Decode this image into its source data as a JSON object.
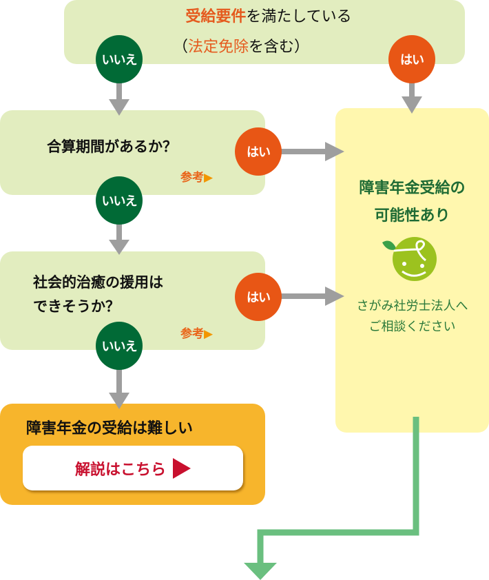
{
  "colors": {
    "no": "#016a36",
    "yes": "#e85615",
    "arrow": "#9e9e9e",
    "result_arrow": "#6abf7f",
    "question_bg": "#e2edbf",
    "possible_bg": "#fff7ae",
    "difficult_bg": "#f7b52c",
    "button_text": "#c8102e"
  },
  "q1": {
    "highlight1": "受給要件",
    "rest1": "を満たしている",
    "open": "（",
    "highlight2": "法定免除",
    "rest2": "を含む",
    "close": "）"
  },
  "q2": {
    "text": "合算期間があるか？",
    "ref": "参考"
  },
  "q3": {
    "line1": "社会的治癒の援用は",
    "line2": "できそうか？",
    "ref": "参考"
  },
  "answers": {
    "no": "いいえ",
    "yes": "はい"
  },
  "possible": {
    "title1": "障害年金受給の",
    "title2": "可能性あり",
    "sub1": "さがみ社労士法人へ",
    "sub2": "ご相談ください",
    "logo_icon": "smiling-leaf-face-logo"
  },
  "difficult": {
    "title": "障害年金の受給は難しい",
    "button": "解説はこちら"
  }
}
